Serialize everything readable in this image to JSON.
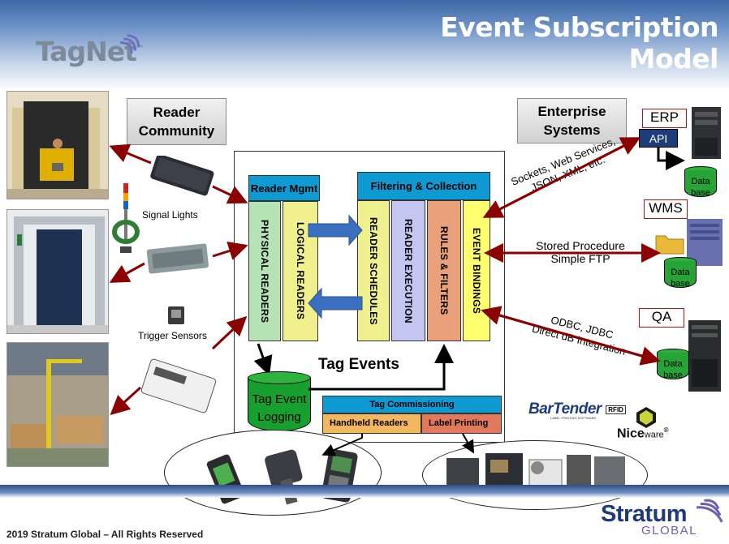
{
  "header": {
    "title": "Event Subscription Model",
    "logo_text": "TagNet",
    "logo_tm": "™"
  },
  "callouts": {
    "reader_community": [
      "Reader",
      "Community"
    ],
    "enterprise_systems": [
      "Enterprise",
      "Systems"
    ]
  },
  "device_labels": {
    "signal_lights": "Signal Lights",
    "trigger_sensors": "Trigger Sensors"
  },
  "reader_mgmt": {
    "header": "Reader Mgmt",
    "columns": [
      "PHYSICAL READERS",
      "LOGICAL READERS"
    ]
  },
  "filtering": {
    "header": "Filtering & Collection",
    "columns": [
      "READER SCHEDULES",
      "READER EXECUTION",
      "RULES & FILTERS",
      "EVENT BINDINGS"
    ]
  },
  "tag_events": "Tag Events",
  "logging": [
    "Tag Event",
    "Logging"
  ],
  "commissioning": {
    "header": "Tag Commissioning",
    "handheld": "Handheld Readers",
    "label": "Label Printing"
  },
  "connections": {
    "erp": [
      "Sockets, Web Services,",
      "JSON, XML, etc."
    ],
    "wms": [
      "Stored Procedure",
      "Simple FTP"
    ],
    "qa": [
      "ODBC, JDBC",
      "Direct dB Integration"
    ]
  },
  "systems": {
    "erp": "ERP",
    "api": "API",
    "wms": "WMS",
    "qa": "QA",
    "database": [
      "Data",
      "base"
    ]
  },
  "partners": {
    "bartender": "BarTender",
    "bartender_sub": "LABEL PRINTING SOFTWARE",
    "rfid": "RFID",
    "niceware_a": "Nice",
    "niceware_b": "ware",
    "niceware_reg": "®"
  },
  "footer": {
    "copyright": "2019 Stratum Global – All Rights Reserved",
    "company": "Stratum",
    "company_sub": "GLOBAL"
  },
  "colors": {
    "column_green": "#b5e3b5",
    "column_yellow": "#f0f08e",
    "column_lavender": "#c5c5f2",
    "column_salmon": "#eaa07a",
    "column_bright_yellow": "#ffff70",
    "header_blue": "#0e9ad2",
    "arrow_red": "#8b0000"
  },
  "icons": [
    "signal-icon",
    "forklift-photo",
    "gate-photo",
    "conveyor-photo",
    "rfid-reader-icon",
    "server-icon",
    "folder-icon"
  ]
}
